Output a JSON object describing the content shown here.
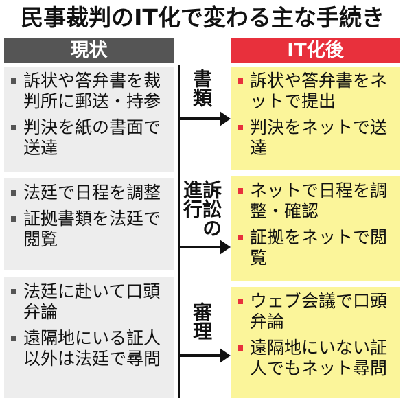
{
  "title": "民事裁判のIT化で変わる主な手続き",
  "headers": {
    "current": "現状",
    "after": "IT化後"
  },
  "sections": [
    {
      "label": "書類",
      "label_lines": [
        "書類"
      ],
      "current": [
        "訴状や答弁書を裁判所に郵送・持参",
        "判決を紙の書面で送達"
      ],
      "after": [
        "訴状や答弁書をネットで提出",
        "判決をネットで送達"
      ]
    },
    {
      "label": "訴訟の進行",
      "label_lines": [
        "訴訟の",
        "進行"
      ],
      "current": [
        "法廷で日程を調整",
        "証拠書類を法廷で閲覧"
      ],
      "after": [
        "ネットで日程を調整・確認",
        "証拠をネットで閲覧"
      ]
    },
    {
      "label": "審理",
      "label_lines": [
        "審理"
      ],
      "current": [
        "法廷に赴いて口頭弁論",
        "遠隔地にいる証人以外は法廷で尋問"
      ],
      "after": [
        "ウェブ会議で口頭弁論",
        "遠隔地にいない証人でもネット尋問"
      ]
    }
  ]
}
